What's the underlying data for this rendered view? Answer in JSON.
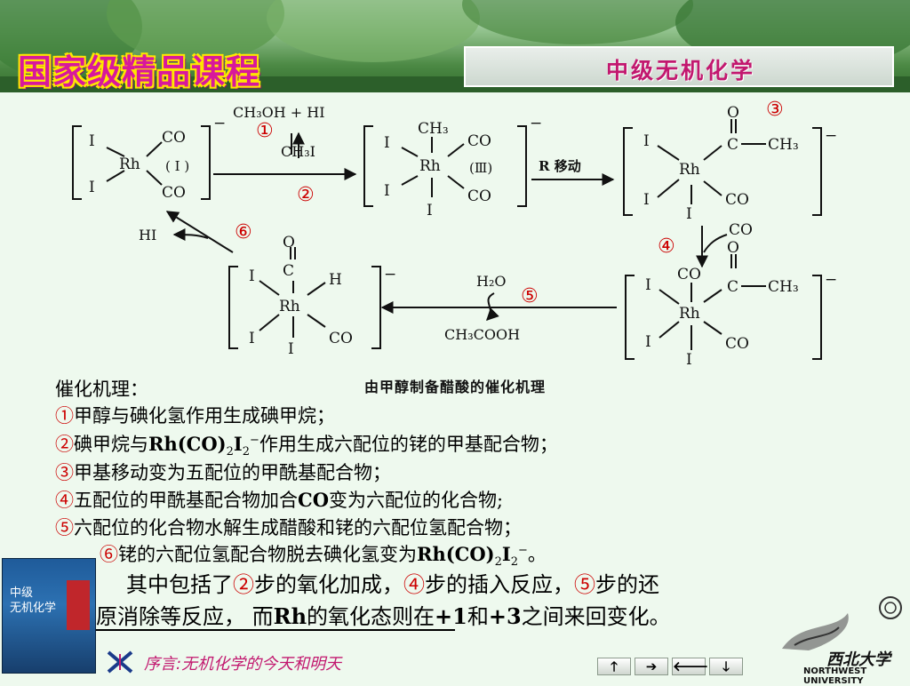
{
  "header": {
    "course_title": "国家级精品课程",
    "banner": "中级无机化学"
  },
  "diagram": {
    "caption": "由甲醇制备醋酸的催化机理",
    "steps": {
      "s1": "①",
      "s2": "②",
      "s3": "③",
      "s4": "④",
      "s5": "⑤",
      "s6": "⑥"
    },
    "labels": {
      "reagent_top": "CH₃OH + HI",
      "reagent_ch3i": "CH₃I",
      "r_move": "R 移动",
      "hi": "HI",
      "h2o": "H₂O",
      "ch3cooh": "CH₃COOH",
      "ox1": "( I )",
      "ox3": "(Ⅲ)",
      "rh": "Rh",
      "i": "I",
      "co": "CO",
      "ch3": "CH₃",
      "c": "C",
      "o": "O",
      "h": "H",
      "minus": "−"
    }
  },
  "mechanism": {
    "heading": "催化机理：",
    "l1": {
      "mark": "①",
      "text": "甲醇与碘化氢作用生成碘甲烷；"
    },
    "l2": {
      "mark": "②",
      "t1": "碘甲烷与",
      "formula": "Rh(CO)",
      "sub2": "2",
      "mid": "I",
      "sub2b": "2",
      "sup": "−",
      "t2": "作用生成六配位的铑的甲基配合物；"
    },
    "l3": {
      "mark": "③",
      "text": "甲基移动变为五配位的甲酰基配合物；"
    },
    "l4": {
      "mark": "④",
      "t1": "五配位的甲酰基配合物加合",
      "co": "CO",
      "t2": "变为六配位的化合物;"
    },
    "l5": {
      "mark": "⑤",
      "text": "六配位的化合物水解生成醋酸和铑的六配位氢配合物；"
    },
    "l6": {
      "mark": "⑥",
      "t1": "铑的六配位氢配合物脱去碘化氢变为",
      "formula": "Rh(CO)",
      "sub2": "2",
      "mid": "I",
      "sub2b": "2",
      "sup": "−",
      "t2": "。"
    }
  },
  "summary": {
    "a1": "其中包括了",
    "m2": "②",
    "a2": "步的氧化加成，",
    "m4": "④",
    "a3": "步的插入反应，",
    "m5": "⑤",
    "a4": "步的还",
    "b1": "原消除等反应，  而",
    "rh": "Rh",
    "b2": "的氧化态则在",
    "p1": "+1",
    "b3": "和",
    "p3": "+3",
    "b4": "之间来回变化。"
  },
  "book": {
    "label": "中级\n无机化学"
  },
  "footer": {
    "link": "序言:无机化学的今天和明天"
  },
  "nav": {
    "up": "🡑",
    "next": "➔",
    "prev": "🡐",
    "down": "🡓"
  },
  "university": {
    "cn": "西北大学",
    "en": "NORTHWEST UNIVERSITY"
  },
  "colors": {
    "accent": "#c2186f",
    "step_mark": "#cc0000"
  }
}
